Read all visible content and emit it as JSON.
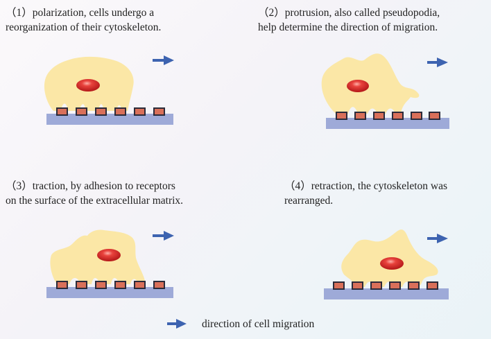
{
  "steps": [
    {
      "lines": [
        "（1）polarization, cells undergo a",
        "reorganization of their cytoskeleton."
      ]
    },
    {
      "lines": [
        "（2）protrusion, also called pseudopodia,",
        "help determine the direction of migration."
      ]
    },
    {
      "lines": [
        "（3）traction, by adhesion to receptors",
        "on the surface of the extracellular matrix."
      ]
    },
    {
      "lines": [
        "（4）retraction, the cytoskeleton was",
        "rearranged."
      ]
    }
  ],
  "legend": {
    "label": "direction of cell migration"
  },
  "colors": {
    "cell": "#fbe7a6",
    "nucleus": "#d42a2a",
    "substrate": "#9eaad8",
    "receptor_fill": "#d9705a",
    "receptor_border": "#2b2b3a",
    "arrow": "#3d63b0"
  }
}
